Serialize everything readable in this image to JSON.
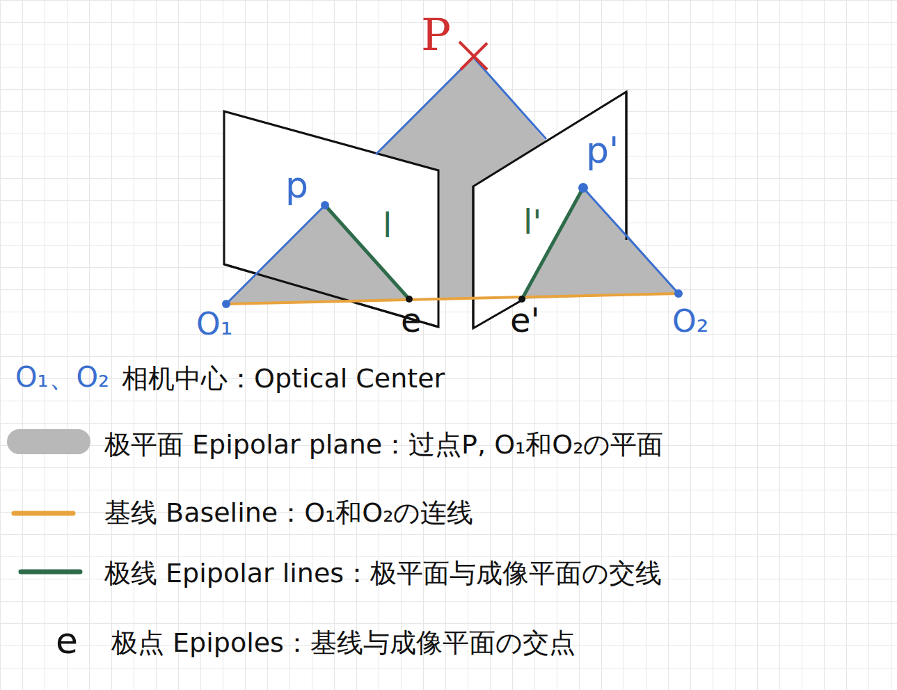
{
  "diagram": {
    "labels": [
      "P",
      "p",
      "l",
      "p'",
      "l'",
      "e",
      "e'",
      "O₁",
      "O₂",
      "O₁、O₂",
      "相机中心：Optical Center",
      "e",
      "极点 Epipoles：基线与成像平面の交点"
    ],
    "legend": [
      {
        "text": "极平面 Epipolar plane：过点P, O₁和O₂の平面",
        "color": "#b8b8b8"
      },
      {
        "text": "基线 Baseline：O₁和O₂の连线"
      },
      {
        "text": "极线 Epipolar lines：极平面与成像平面の交线"
      }
    ]
  }
}
